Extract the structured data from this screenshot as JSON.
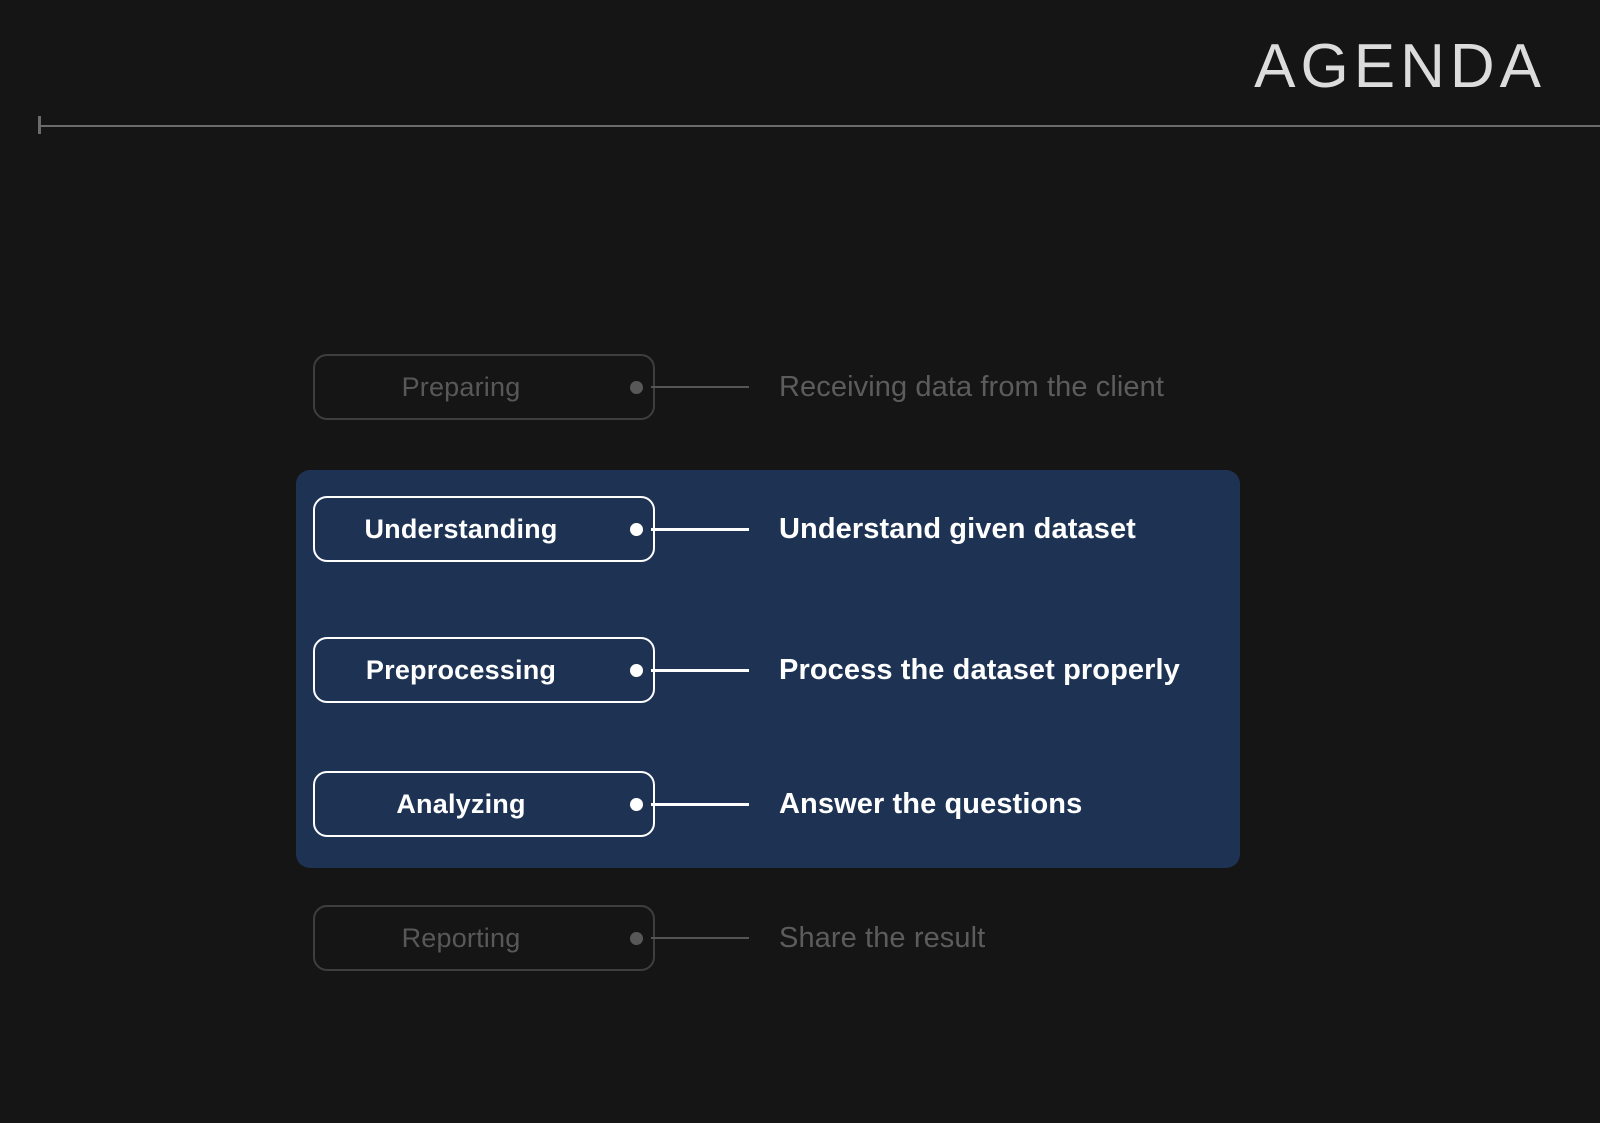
{
  "slide": {
    "title": "AGENDA",
    "background_color": "#151515",
    "highlight_color": "#1e3354",
    "accent_color": "#ffffff",
    "dim_color": "#585858"
  },
  "steps": [
    {
      "label": "Preparing",
      "description": "Receiving data from the client",
      "state": "dim"
    },
    {
      "label": "Understanding",
      "description": "Understand given dataset",
      "state": "active"
    },
    {
      "label": "Preprocessing",
      "description": "Process the dataset properly",
      "state": "active"
    },
    {
      "label": "Analyzing",
      "description": "Answer the questions",
      "state": "active"
    },
    {
      "label": "Reporting",
      "description": "Share the result",
      "state": "dim"
    }
  ]
}
